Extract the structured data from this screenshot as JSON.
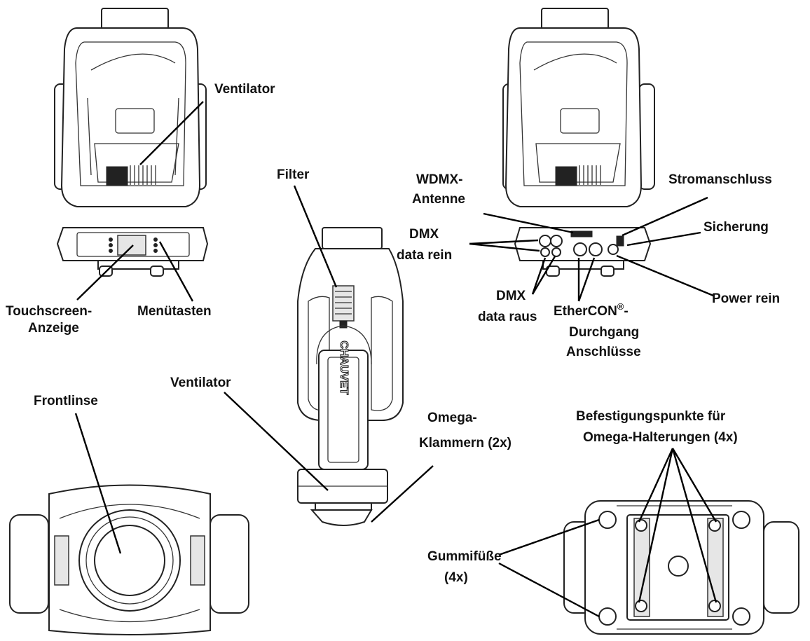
{
  "labels": {
    "ventilator_top": "Ventilator",
    "touchscreen_l1": "Touchscreen-",
    "touchscreen_l2": "Anzeige",
    "menutasten": "Menütasten",
    "filter": "Filter",
    "ventilator_mid": "Ventilator",
    "brand_logo": "CHAUVET",
    "omega_l1": "Omega-",
    "omega_l2": "Klammern (2x)",
    "frontlinse": "Frontlinse",
    "wdmx_l1": "WDMX-",
    "wdmx_l2": "Antenne",
    "dmx_in_l1": "DMX",
    "dmx_in_l2": "data rein",
    "dmx_out_l1": "DMX",
    "dmx_out_l2": "data raus",
    "ethercon_l1": "EtherCON",
    "ethercon_reg": "®",
    "ethercon_dash": "-",
    "ethercon_l2": "Durchgang",
    "ethercon_l3": "Anschlüsse",
    "stromanschluss": "Stromanschluss",
    "sicherung": "Sicherung",
    "power_rein": "Power rein",
    "befestigung_l1": "Befestigungspunkte für",
    "befestigung_l2": "Omega-Halterungen (4x)",
    "gummi_l1": "Gummifüße",
    "gummi_l2": "(4x)"
  },
  "colors": {
    "line": "#000000",
    "device_stroke": "#222222",
    "background": "#ffffff"
  }
}
